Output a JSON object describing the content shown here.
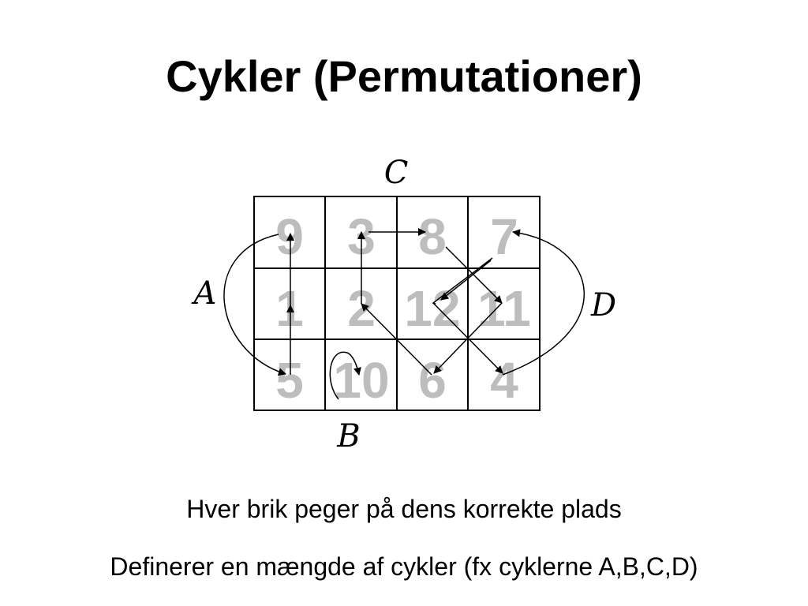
{
  "title": "Cykler (Permutationer)",
  "grid": {
    "rows": [
      [
        "9",
        "3",
        "8",
        "7"
      ],
      [
        "1",
        "2",
        "12",
        "11"
      ],
      [
        "5",
        "10",
        "6",
        "4"
      ]
    ],
    "tile_color": "#bdbdbd",
    "line_color": "#000000"
  },
  "cycle_labels": {
    "A": "A",
    "B": "B",
    "C": "C",
    "D": "D"
  },
  "text_lines": [
    "Hver brik peger på dens korrekte plads",
    "Definerer en mængde af cykler (fx cyklerne A,B,C,D)"
  ]
}
